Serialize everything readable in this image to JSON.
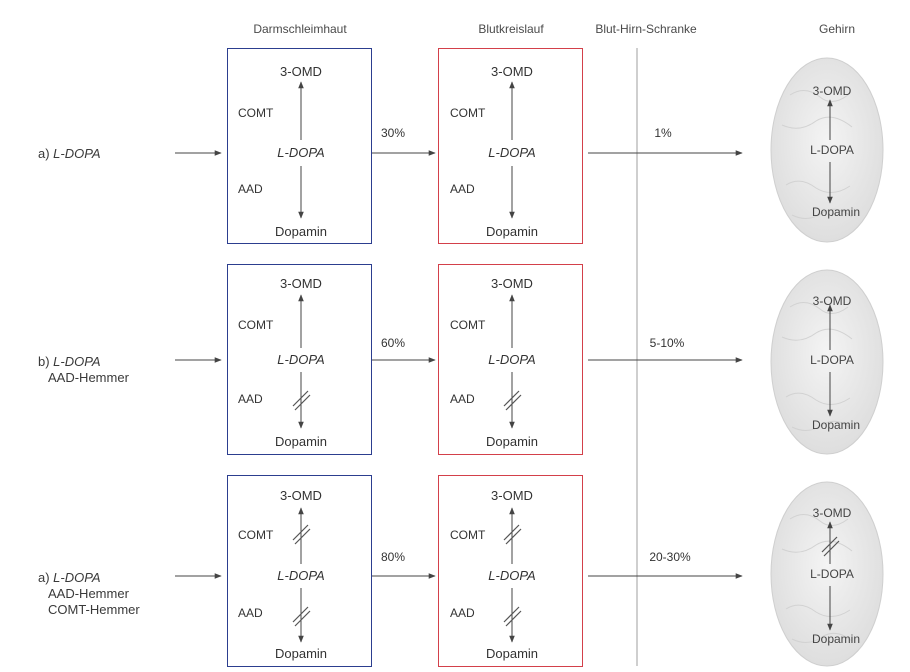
{
  "columns": {
    "gut": "Darmschleimhaut",
    "blood": "Blutkreislauf",
    "bbb": "Blut-Hirn-Schranke",
    "brain": "Gehirn"
  },
  "molecules": {
    "top": "3-OMD",
    "middle": "L-DOPA",
    "bottom": "Dopamin"
  },
  "enzymes": {
    "comt": "COMT",
    "aad": "AAD"
  },
  "rows": [
    {
      "label_prefix": "a) ",
      "label_drug": "L-DOPA",
      "label_extra": [],
      "gut_to_blood": "30%",
      "blood_to_brain": "1%"
    },
    {
      "label_prefix": "b) ",
      "label_drug": "L-DOPA",
      "label_extra": [
        "AAD-Hemmer"
      ],
      "gut_to_blood": "60%",
      "blood_to_brain": "5-10%"
    },
    {
      "label_prefix": "a) ",
      "label_drug": "L-DOPA",
      "label_extra": [
        "AAD-Hemmer",
        "COMT-Hemmer"
      ],
      "gut_to_blood": "80%",
      "blood_to_brain": "20-30%"
    }
  ],
  "colors": {
    "gut_box": "#2c3e8f",
    "blood_box": "#d3404a",
    "bbb_line": "#c8c8c8",
    "brain_fill": "#ebebeb",
    "text": "#3a3a3a"
  }
}
